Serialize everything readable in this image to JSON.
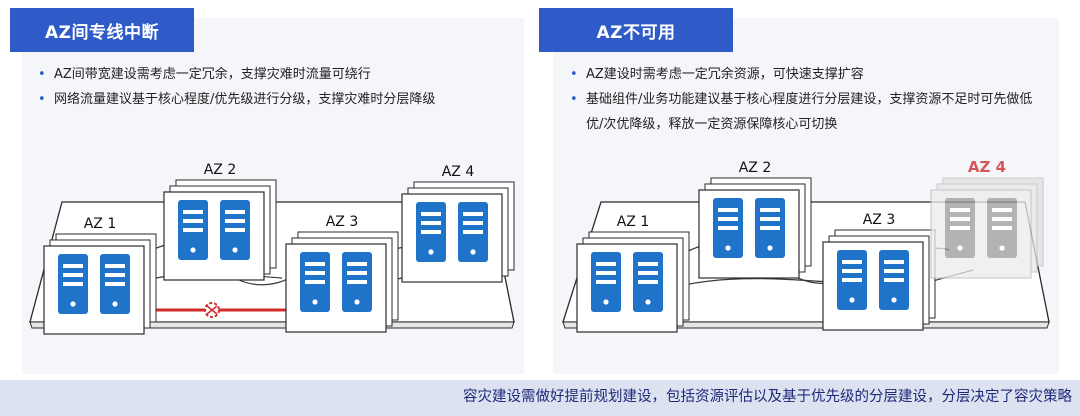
{
  "left_panel": {
    "title": "AZ间专线中断",
    "bullets": [
      "AZ间带宽建设需考虑一定冗余，支撑灾难时流量可绕行",
      "网络流量建议基于核心程度/优先级进行分级，支撑灾难时分层降级"
    ],
    "nodes": [
      {
        "label": "AZ 1",
        "state": "normal"
      },
      {
        "label": "AZ 2",
        "state": "normal"
      },
      {
        "label": "AZ 3",
        "state": "normal"
      },
      {
        "label": "AZ 4",
        "state": "normal"
      }
    ],
    "broken_link": {
      "from": "AZ 1",
      "to": "AZ 3",
      "icon": "broken-link-icon"
    }
  },
  "right_panel": {
    "title": "AZ不可用",
    "bullets": [
      "AZ建设时需考虑一定冗余资源，可快速支撑扩容",
      "基础组件/业务功能建议基于核心程度进行分层建设，支撑资源不足时可先做低优/次优降级，释放一定资源保障核心可切换"
    ],
    "nodes": [
      {
        "label": "AZ 1",
        "state": "normal"
      },
      {
        "label": "AZ 2",
        "state": "normal"
      },
      {
        "label": "AZ 3",
        "state": "normal"
      },
      {
        "label": "AZ 4",
        "state": "unavailable"
      }
    ]
  },
  "footer": {
    "text": "容灾建设需做好提前规划建设，包括资源评估以及基于优先级的分层建设，分层决定了容灾策略"
  },
  "colors": {
    "title_bg": "#2f5bc8",
    "server_blue": "#1f73c9",
    "broken_link": "#d42b2b",
    "unavailable_label": "#cc2222",
    "unavailable_server": "#9a9a9a",
    "footer_bg": "#dde2f1",
    "footer_text": "#1e2a78"
  }
}
